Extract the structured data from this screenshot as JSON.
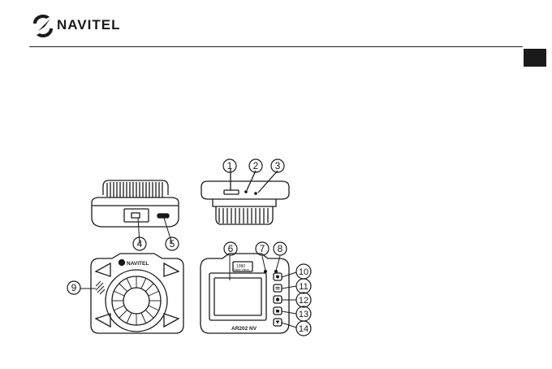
{
  "header": {
    "brand": "NAVITEL"
  },
  "figure": {
    "top_view_callouts": [
      "1",
      "2",
      "3"
    ],
    "bottom_view_callouts": [
      "4",
      "5"
    ],
    "front_callouts": [
      "9"
    ],
    "back_callouts": [
      "6",
      "7",
      "8",
      "10",
      "11",
      "12",
      "13",
      "14"
    ],
    "front_brand": "NAVITEL",
    "model_name": "AR202 NV",
    "screen_line1": "1080",
    "screen_line2": "Night Vision"
  },
  "colors": {
    "ink": "#1a1a1a",
    "tab": "#1a1a1a"
  }
}
